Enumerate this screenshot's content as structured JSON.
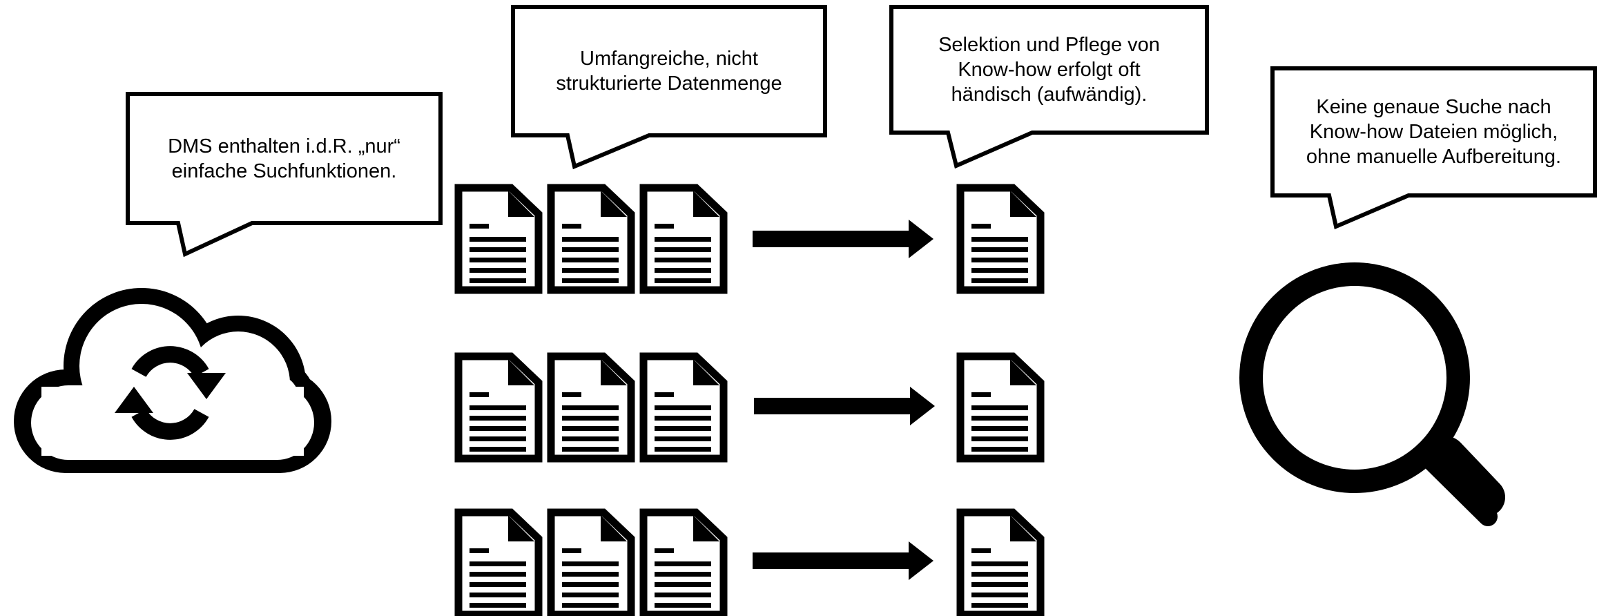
{
  "callouts": {
    "dms": "DMS enthalten i.d.R. „nur“\neinfache Suchfunktionen.",
    "data": "Umfangreiche, nicht\nstrukturierte Datenmenge",
    "selection": "Selektion und Pflege von\nKnow-how erfolgt oft\nhändisch (aufwändig).",
    "search": "Keine genaue Suche nach\nKnow-how Dateien möglich,\nohne manuelle Aufbereitung."
  },
  "icons": {
    "cloud": "cloud-sync-icon",
    "document": "document-icon",
    "arrow": "right-arrow-icon",
    "magnifier": "magnifying-glass-icon"
  },
  "colors": {
    "stroke": "#000000",
    "background": "#ffffff"
  }
}
